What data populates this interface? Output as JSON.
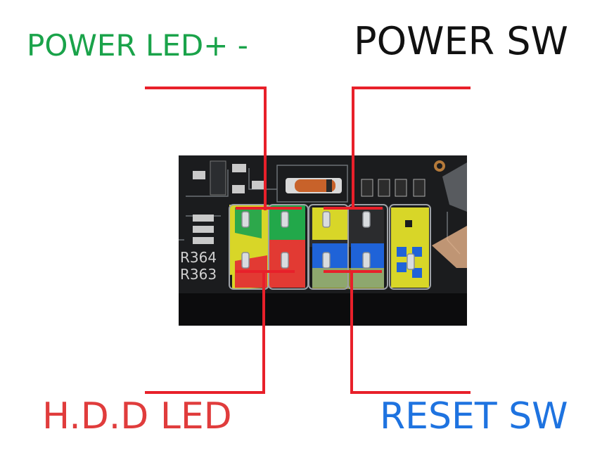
{
  "labels": {
    "power_led": "POWER LED+ -",
    "power_sw": "POWER SW",
    "hdd_led": "H.D.D LED",
    "reset_sw": "RESET SW"
  },
  "board_markings": {
    "ref_1": "R364",
    "ref_2": "R363"
  },
  "colors": {
    "power_led": "#1aa34a",
    "power_sw": "#111111",
    "hdd_led": "#e03c3c",
    "reset_sw": "#1e73e0",
    "leader_line": "#e8202a",
    "pcb": "#1b1c1e"
  }
}
